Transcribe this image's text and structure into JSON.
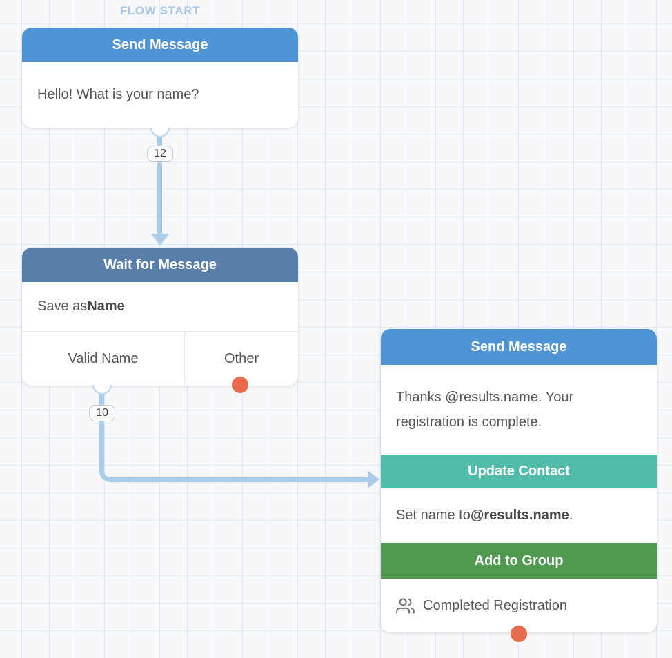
{
  "flow_start": {
    "label": "FLOW START"
  },
  "colors": {
    "send_message_header": "#4f94d4",
    "wait_for_message_header": "#587ea9",
    "update_contact_header": "#52bcab",
    "add_to_group_header": "#509a50",
    "connector": "#a9cceb",
    "unconnected_exit_dot": "#e96b4c",
    "grid_line": "#dfe9f8",
    "canvas_background": "#f7f8fa"
  },
  "nodes": {
    "send_message_1": {
      "title": "Send Message",
      "body": "Hello! What is your name?"
    },
    "wait_for_message": {
      "title": "Wait for Message",
      "save_prefix": "Save as ",
      "save_name": "Name",
      "exits": [
        "Valid Name",
        "Other"
      ]
    },
    "registration": {
      "send": {
        "title": "Send Message",
        "body": "Thanks @results.name. Your registration is complete."
      },
      "update": {
        "title": "Update Contact",
        "prefix": "Set name to ",
        "value": "@results.name",
        "suffix": "."
      },
      "group": {
        "title": "Add to Group",
        "name": "Completed Registration",
        "icon": "group-icon"
      }
    }
  },
  "connectors": {
    "start_to_wait_count": "12",
    "valid_to_registration_count": "10"
  }
}
